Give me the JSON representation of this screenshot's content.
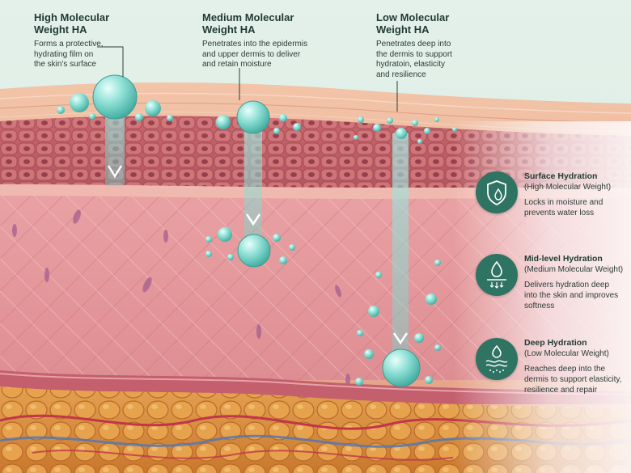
{
  "labels": [
    {
      "title_line1": "High Molecular",
      "title_line2": "Weight HA",
      "desc_lines": [
        "Forms a protective,",
        "hydrating film on",
        "the skin's surface"
      ]
    },
    {
      "title_line1": "Medium Molecular",
      "title_line2": "Weight HA",
      "desc_lines": [
        "Penetrates into the epidermis",
        "and upper dermis to deliver",
        "and retain moisture"
      ]
    },
    {
      "title_line1": "Low Molecular",
      "title_line2": "Weight HA",
      "desc_lines": [
        "Penetrates deep into",
        "the dermis to support",
        "hydratoin, elasticity",
        "and resilience"
      ]
    }
  ],
  "side_panel": [
    {
      "icon": "shield-droplet-icon",
      "title": "Surface Hydration",
      "subtitle": "(High Molecular Weight)",
      "desc_lines": [
        "Locks in moisture and",
        "prevents water loss"
      ]
    },
    {
      "icon": "droplet-arrows-icon",
      "title": "Mid-level Hydration",
      "subtitle": "(Medium Molecular Weight)",
      "desc_lines": [
        "Delivers hydration deep",
        "into the skin and improves",
        "softness"
      ]
    },
    {
      "icon": "droplet-waves-icon",
      "title": "Deep Hydration",
      "subtitle": "(Low Molecular Weight)",
      "desc_lines": [
        "Reaches deep into the",
        "dermis to support elasticity,",
        "resilience and repair"
      ]
    }
  ],
  "colors": {
    "background": "#dfeee6",
    "accent": "#2f7363",
    "droplet": "#7fd8cf",
    "epidermis": "#e9a48a",
    "dermis": "#e79a9a",
    "fat": "#d98a3a"
  }
}
